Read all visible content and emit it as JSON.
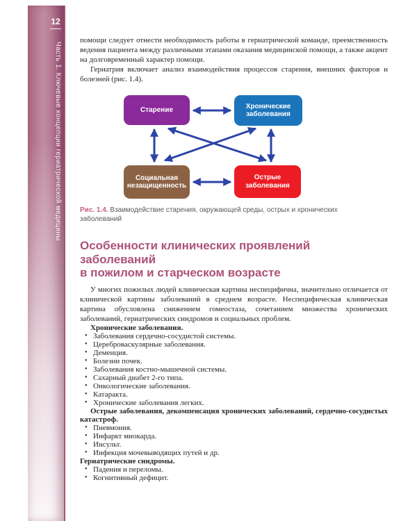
{
  "page": {
    "number": "12",
    "spine_title": "Часть 1. Ключевые концепции гериатрической медицины",
    "accent_color": "#ac5278"
  },
  "intro": {
    "para1": "помощи следует отнести необходимость работы в гериатрической команде, преем­ственность ведения пациента между различными этапами оказания медицинской помощи, а также акцент на долговременный характер помощи.",
    "para2": "Гериатрия включает анализ взаимодействия процессов старения, внешних фак­торов и болезней (рис. 1.4)."
  },
  "figure": {
    "arrow_color": "#2b44a7",
    "nodes": [
      {
        "id": "aging",
        "label": "Старение",
        "color": "#8a2a9b"
      },
      {
        "id": "chronic",
        "label": "Хронические заболевания",
        "color": "#1c75bb"
      },
      {
        "id": "social",
        "label": "Социальная незащищенность",
        "color": "#8b6344"
      },
      {
        "id": "acute",
        "label": "Острые заболевания",
        "color": "#ec1c24"
      }
    ],
    "caption_label": "Рис. 1.4.",
    "caption_line1": "Взаимодействие старения, окружающей среды, острых и хронических",
    "caption_line2": "заболеваний"
  },
  "section": {
    "heading_line1": "Особенности клинических проявлений заболеваний",
    "heading_line2": "в пожилом и старческом возрасте",
    "para": "У многих пожилых людей клиническая картина неспецифична, значительно от­личается от клинической картины заболеваний в среднем возрасте. Неспецифиче­ская клиническая картина обусловлена снижением гомеостаза, сочетанием множе­ства хронических заболеваний, гериатрических синдромов и социальных проблем.",
    "list_bullet": "•",
    "lists": [
      {
        "header": "Хронические заболевания.",
        "items": [
          "Заболевания сердечно-сосудистой системы.",
          "Цереброваскулярные заболевания.",
          "Деменция.",
          "Болезни почек.",
          "Заболевания костно-мышечной системы.",
          "Сахарный диабет 2-го типа.",
          "Онкологические заболевания.",
          "Катаракта.",
          "Хронические заболевания легких."
        ]
      },
      {
        "header": "Острые заболевания, декомпенсация хронических заболеваний, сердечно-сосудистых катастроф.",
        "items": [
          "Пневмония.",
          "Инфаркт миокарда.",
          "Инсульт.",
          "Инфекция мочевыводящих путей и др."
        ]
      },
      {
        "header": "Гериатрические синдромы.",
        "items": [
          "Падения и переломы.",
          "Когнитивный дефицит."
        ]
      }
    ]
  }
}
